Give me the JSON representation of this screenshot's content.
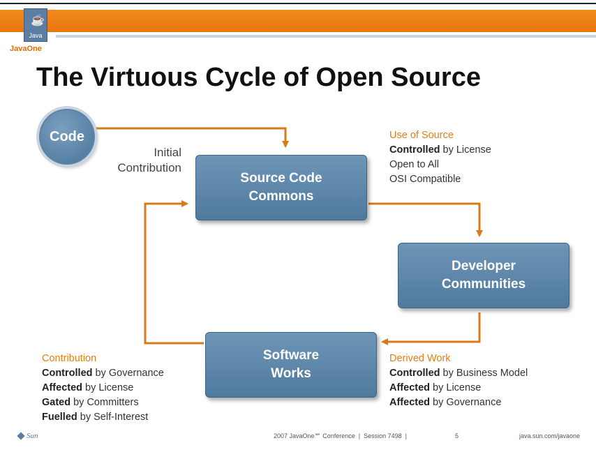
{
  "header": {
    "brand": "JavaOne",
    "java_logo_text": "Java",
    "accent_color": "#e9780e"
  },
  "title": "The Virtuous Cycle of Open Source",
  "diagram": {
    "nodes": {
      "code": "Code",
      "commons": "Source Code\nCommons",
      "developers": "Developer\nCommunities",
      "software": "Software\nWorks"
    },
    "initial_contribution": [
      "Initial",
      "Contribution"
    ],
    "use_of_source": {
      "heading": "Use of Source",
      "lines": [
        {
          "bold": "Controlled",
          "rest": " by License"
        },
        {
          "bold": "",
          "rest": "Open to All"
        },
        {
          "bold": "",
          "rest": "OSI Compatible"
        }
      ]
    },
    "derived_work": {
      "heading": "Derived Work",
      "lines": [
        {
          "bold": "Controlled",
          "rest": " by Business Model"
        },
        {
          "bold": "Affected",
          "rest": " by License"
        },
        {
          "bold": "Affected",
          "rest": " by Governance"
        }
      ]
    },
    "contribution": {
      "heading": "Contribution",
      "lines": [
        {
          "bold": "Controlled",
          "rest": " by Governance"
        },
        {
          "bold": "Affected",
          "rest": " by License"
        },
        {
          "bold": "Gated",
          "rest": " by Committers"
        },
        {
          "bold": "Fuelled",
          "rest": " by Self-Interest"
        }
      ]
    }
  },
  "footer": {
    "logo": "Sun",
    "conference": "2007 JavaOne℠ Conference  |  Session 7498  |",
    "page": "5",
    "url": "java.sun.com/javaone"
  }
}
